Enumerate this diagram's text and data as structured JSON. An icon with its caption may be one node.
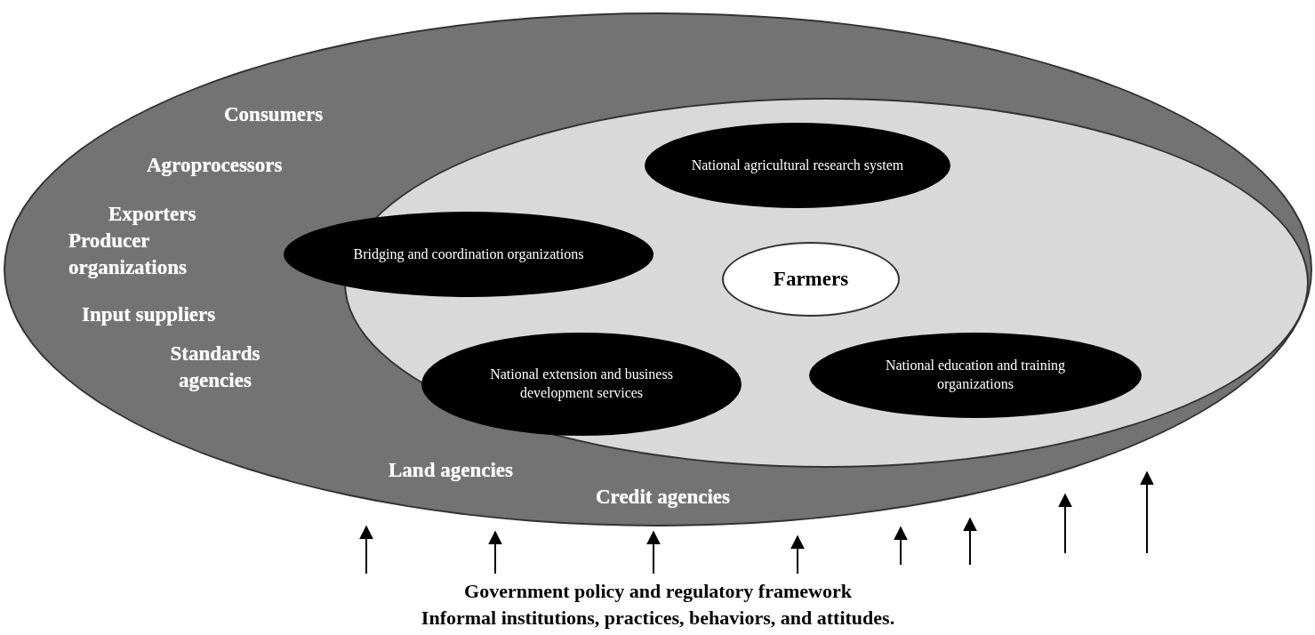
{
  "diagram": {
    "nodes": [
      {
        "text": [
          "Consumers",
          "Agroprocessors",
          "Exporters",
          "Producer organizations",
          "Input suppliers",
          "Standards agencies",
          "Land agencies",
          "Credit agencies"
        ]
      },
      {
        "text": [],
        "shape": "ellipse",
        "in": 0
      },
      {
        "text": [
          "National agricultural research system"
        ],
        "in": 1
      },
      {
        "text": [
          "Bridging and coordination organizations"
        ],
        "in": 0
      },
      {
        "text": [
          "Farmers"
        ],
        "in": 1
      },
      {
        "text": [
          "National extension and business development services"
        ],
        "in": 1
      },
      {
        "text": [
          "National education and training organizations"
        ],
        "in": 1
      }
    ],
    "labels": [
      "Government policy and regulatory framework",
      "Informal institutions, practices, behaviors, and attitudes."
    ]
  }
}
